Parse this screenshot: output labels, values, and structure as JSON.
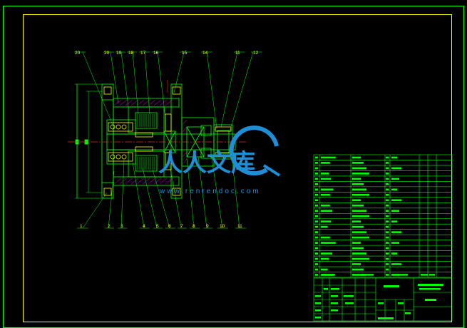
{
  "drawing": {
    "colors": {
      "frame": "#ffff00",
      "outer": "#00ff00",
      "geometry": "#00ff00",
      "centerline": "#ff2020",
      "hatch": "#ff00ff",
      "accent": "#ffff00",
      "watermark": "#1e8fd6"
    },
    "callouts_top": [
      "20",
      "20",
      "19",
      "18",
      "17",
      "16",
      "15",
      "14",
      "11",
      "12"
    ],
    "callouts_bottom": [
      "1",
      "2",
      "3",
      "4",
      "5",
      "6",
      "7",
      "8",
      "9",
      "10",
      "11"
    ]
  },
  "watermark": {
    "logo_icon": "rrdoc-logo-icon",
    "chinese": "人人文库",
    "url": "www.renrendoc.com"
  },
  "parts_list": {
    "rows": 23
  },
  "title_block": {
    "present": true
  }
}
